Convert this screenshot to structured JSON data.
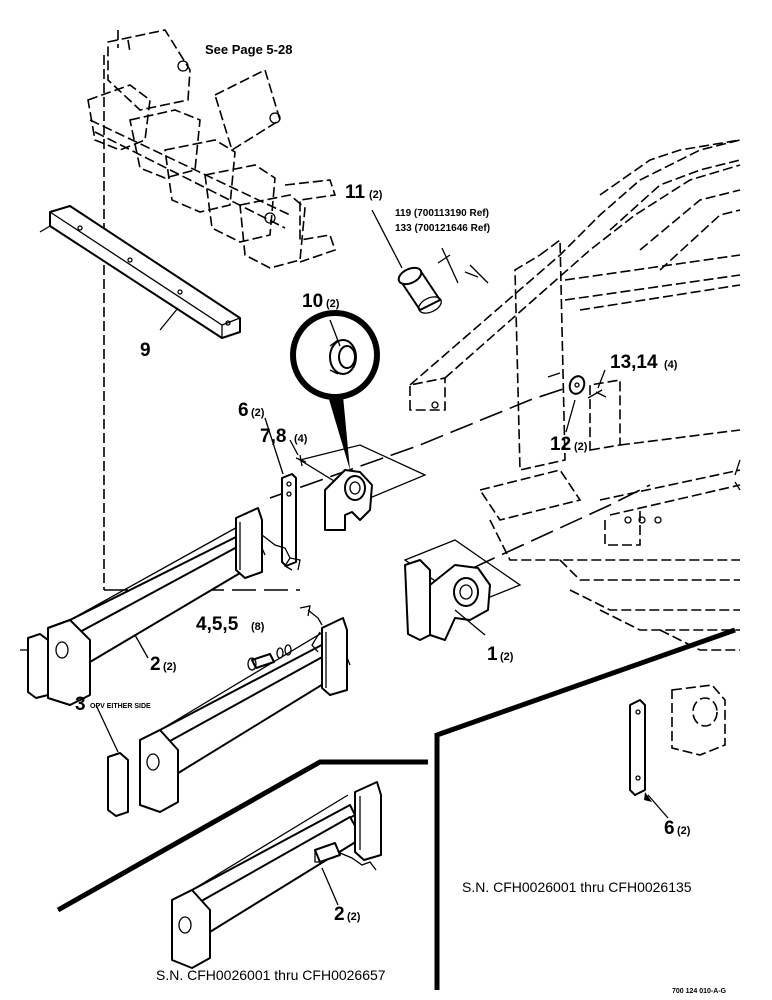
{
  "callouts": {
    "see_page": "See Page 5-28",
    "c1": "1",
    "c1_qty": "(2)",
    "c2": "2",
    "c2_qty": "(2)",
    "c2b": "2",
    "c2b_qty": "(2)",
    "c3": "3",
    "c3_note": "OPV EITHER SIDE",
    "c455": "4,5,5",
    "c455_qty": "(8)",
    "c6": "6",
    "c6_qty": "(2)",
    "c6b": "6",
    "c6b_qty": "(2)",
    "c78": "7,8",
    "c78_qty": "(4)",
    "c9": "9",
    "c10": "10",
    "c10_qty": "(2)",
    "c11": "11",
    "c11_qty": "(2)",
    "ref119": "119  (700113190 Ref)",
    "ref133": "133  (700121646 Ref)",
    "c12": "12",
    "c12_qty": "(2)",
    "c1314": "13,14",
    "c1314_qty": "(4)"
  },
  "serial_notes": {
    "right": "S.N. CFH0026001 thru CFH0026135",
    "bottom": "S.N. CFH0026001 thru CFH0026657"
  },
  "figure_code": "700 124 010-A-G"
}
